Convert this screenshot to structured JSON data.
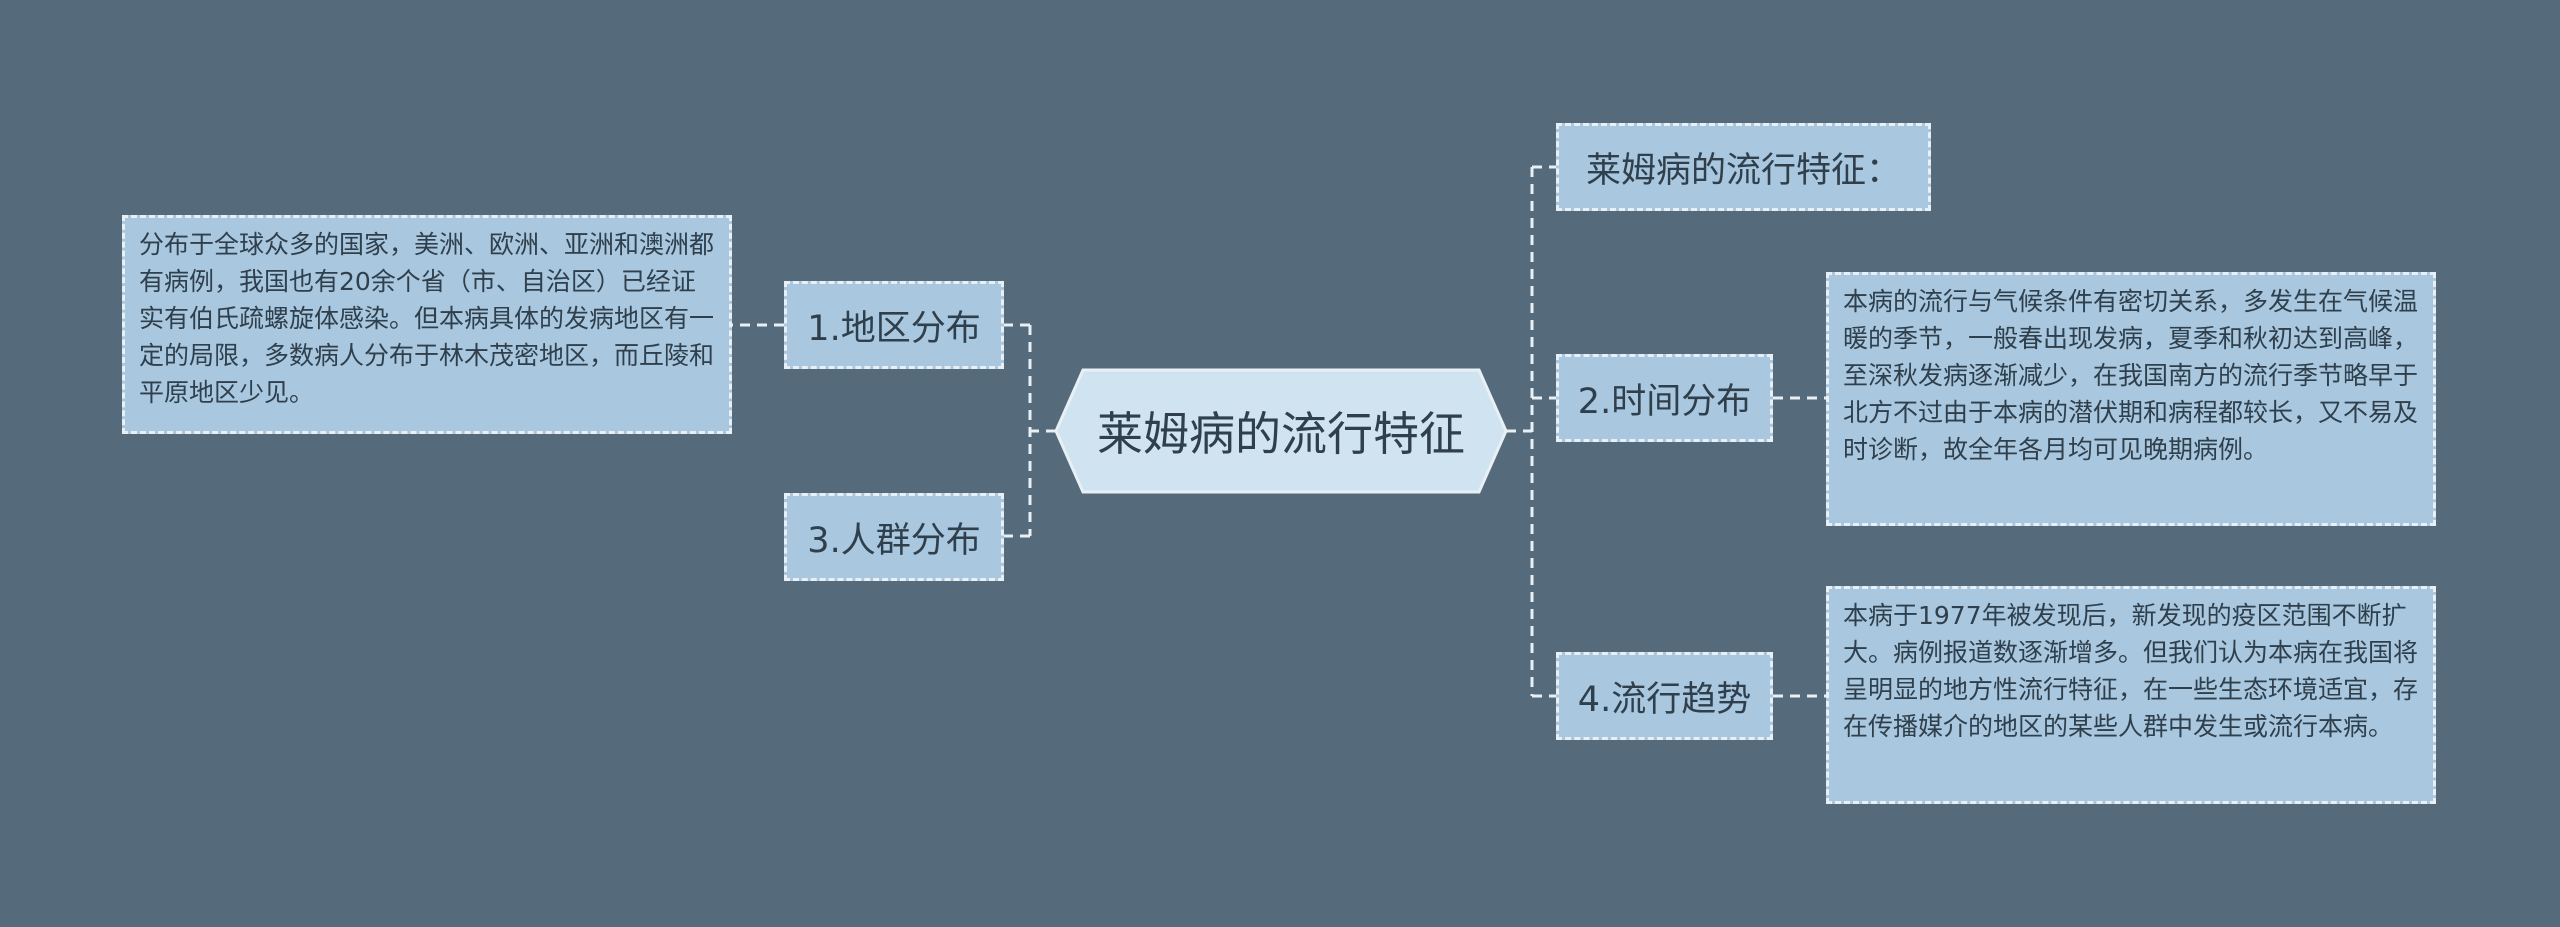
{
  "root": {
    "label": "莱姆病的流行特征"
  },
  "branches": {
    "geo": {
      "label": "1.地区分布",
      "detail": "分布于全球众多的国家，美洲、欧洲、亚洲和澳洲都有病例，我国也有20余个省（市、自治区）已经证实有伯氏疏螺旋体感染。但本病具体的发病地区有一定的局限，多数病人分布于林木茂密地区，而丘陵和平原地区少见。"
    },
    "people": {
      "label": "3.人群分布"
    },
    "intro": {
      "label": "莱姆病的流行特征："
    },
    "time": {
      "label": "2.时间分布",
      "detail": "本病的流行与气候条件有密切关系，多发生在气候温暖的季节，一般春出现发病，夏季和秋初达到高峰，至深秋发病逐渐减少，在我国南方的流行季节略早于北方不过由于本病的潜伏期和病程都较长，又不易及时诊断，故全年各月均可见晚期病例。"
    },
    "trend": {
      "label": "4.流行趋势",
      "detail": "本病于1977年被发现后，新发现的疫区范围不断扩大。病例报道数逐渐增多。但我们认为本病在我国将呈明显的地方性流行特征，在一些生态环境适宜，存在传播媒介的地区的某些人群中发生或流行本病。"
    }
  },
  "colors": {
    "background": "#556a7a",
    "node_fill": "#a9c7de",
    "center_fill": "#cfe3f1",
    "border": "#e8f0f6",
    "text": "#2f3f4c"
  }
}
